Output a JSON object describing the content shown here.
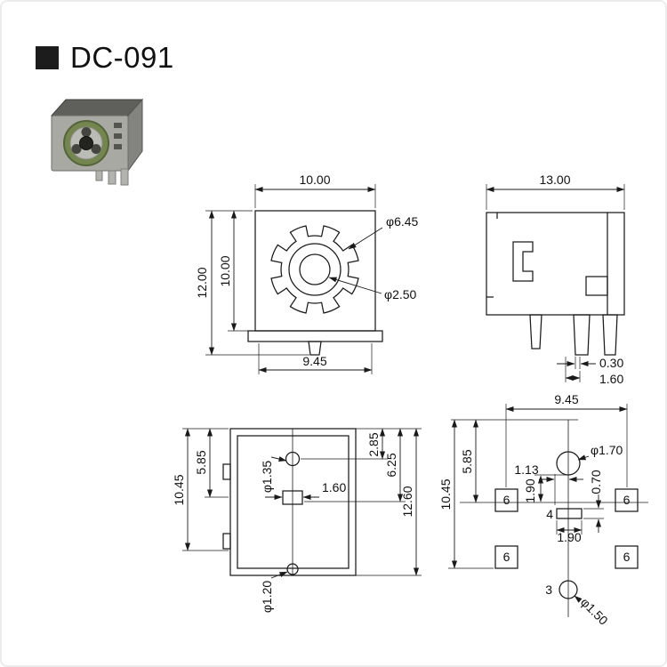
{
  "page": {
    "title": "DC-091"
  },
  "front_view": {
    "dim_width": "10.00",
    "dim_height_total": "12.00",
    "dim_height_body": "10.00",
    "dim_width_bottom": "9.45",
    "label_outer_dia": "φ6.45",
    "label_inner_dia": "φ2.50"
  },
  "side_view": {
    "dim_width": "13.00",
    "dim_pin_thickness": "0.30",
    "dim_pin_pitch": "1.60"
  },
  "top_view": {
    "dim_left_inner": "5.85",
    "dim_left_outer": "10.45",
    "label_hole_top": "φ1.35",
    "dim_slot": "1.60",
    "dim_right_top": "2.85",
    "dim_right_mid": "6.25",
    "dim_right_total": "12.60",
    "label_hole_bottom": "φ1.20"
  },
  "pcb_view": {
    "dim_width": "9.45",
    "dim_left_inner": "5.85",
    "dim_left_outer": "10.45",
    "dim_offset_x": "1.13",
    "dim_offset_y": "1.90",
    "dim_pad_height": "0.70",
    "label_center_hole": "φ1.70",
    "pad_number": "4",
    "dim_pad_width": "1.90",
    "pin_number": "6",
    "hole_number": "3",
    "label_bottom_hole": "φ1.50"
  }
}
